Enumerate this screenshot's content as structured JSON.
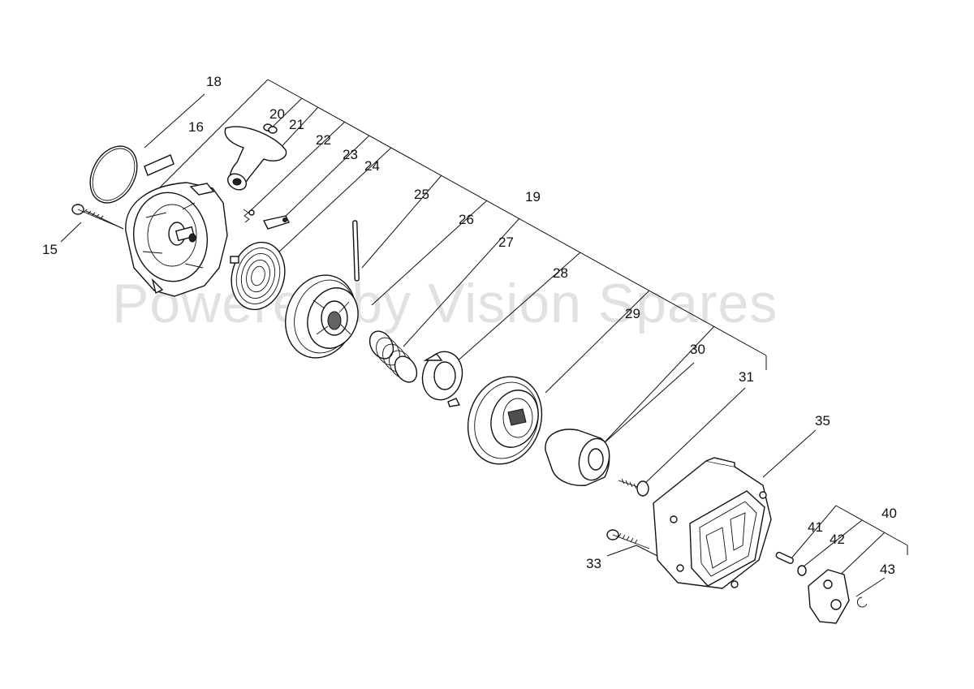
{
  "watermark": "Powered by Vision Spares",
  "callouts": {
    "p15": "15",
    "p16": "16",
    "p18": "18",
    "p19": "19",
    "p20": "20",
    "p21": "21",
    "p22": "22",
    "p23": "23",
    "p24": "24",
    "p25": "25",
    "p26": "26",
    "p27": "27",
    "p28": "28",
    "p29": "29",
    "p30": "30",
    "p31": "31",
    "p33": "33",
    "p35": "35",
    "p40": "40",
    "p41": "41",
    "p42": "42",
    "p43": "43"
  }
}
